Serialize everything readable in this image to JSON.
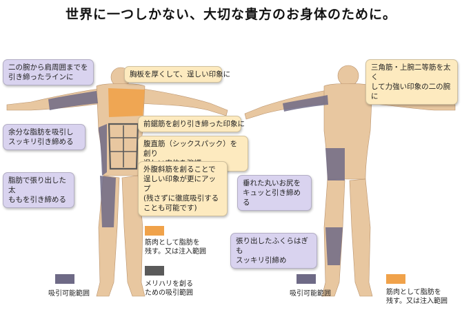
{
  "title": "世界に一つしかない、大切な貴方のお身体のために。",
  "colors": {
    "liposuction": "#6e6a86",
    "fat_transfer": "#f0a24a",
    "contour": "#5a5a5a",
    "skin": "#e8c7a0"
  },
  "front_callouts": {
    "upper_arm": "二の腕から肩周囲までを\n引き締ったラインに",
    "chest": "胸板を厚くして、逞しい印象に",
    "flank": "余分な脂肪を吸引し\nスッキリ引き締める",
    "serratus": "前鋸筋を創り引き締った印象に",
    "rectus": "腹直筋（シックスパック）を創り\n逞しい肉体を強調",
    "thigh": "脂肪で張り出した太\nももを引き締める",
    "oblique": "外腹斜筋を創ることで\n逞しい印象が更にアップ\n(残さずに徹底吸引する\nことも可能です)"
  },
  "back_callouts": {
    "shoulder": "三角筋・上腕二等筋を太く\nして力強い印象の二の腕に",
    "buttocks": "垂れた丸いお尻を\nキュッと引き締める",
    "calf": "張り出したふくらはぎも\nスッキリ引締め"
  },
  "legend": {
    "fat_transfer": "筋肉として脂肪を\n残す。又は注入範囲",
    "liposuction": "吸引可能範囲",
    "contour": "メリハリを創る\nための吸引範囲",
    "liposuction_back": "吸引可能範囲",
    "fat_transfer_back": "筋肉として脂肪を\n残す。又は注入範囲"
  }
}
